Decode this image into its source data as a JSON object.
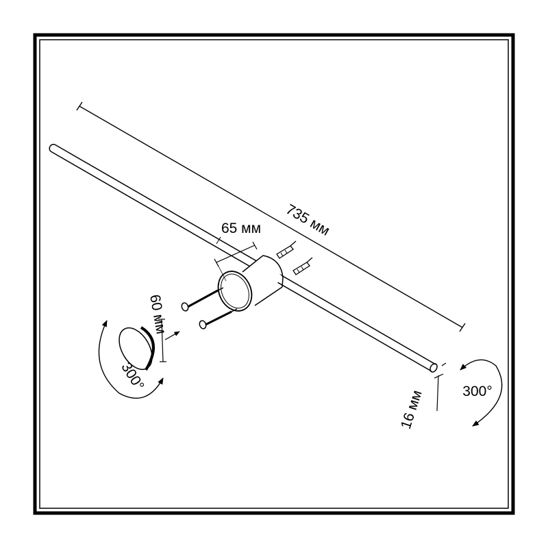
{
  "dimensions": {
    "length": "735 мм",
    "mount_width": "65 мм",
    "cap_diameter": "60 мм",
    "tube_diameter": "16 мм"
  },
  "rotation": {
    "cap": "300°",
    "tube": "300°"
  }
}
